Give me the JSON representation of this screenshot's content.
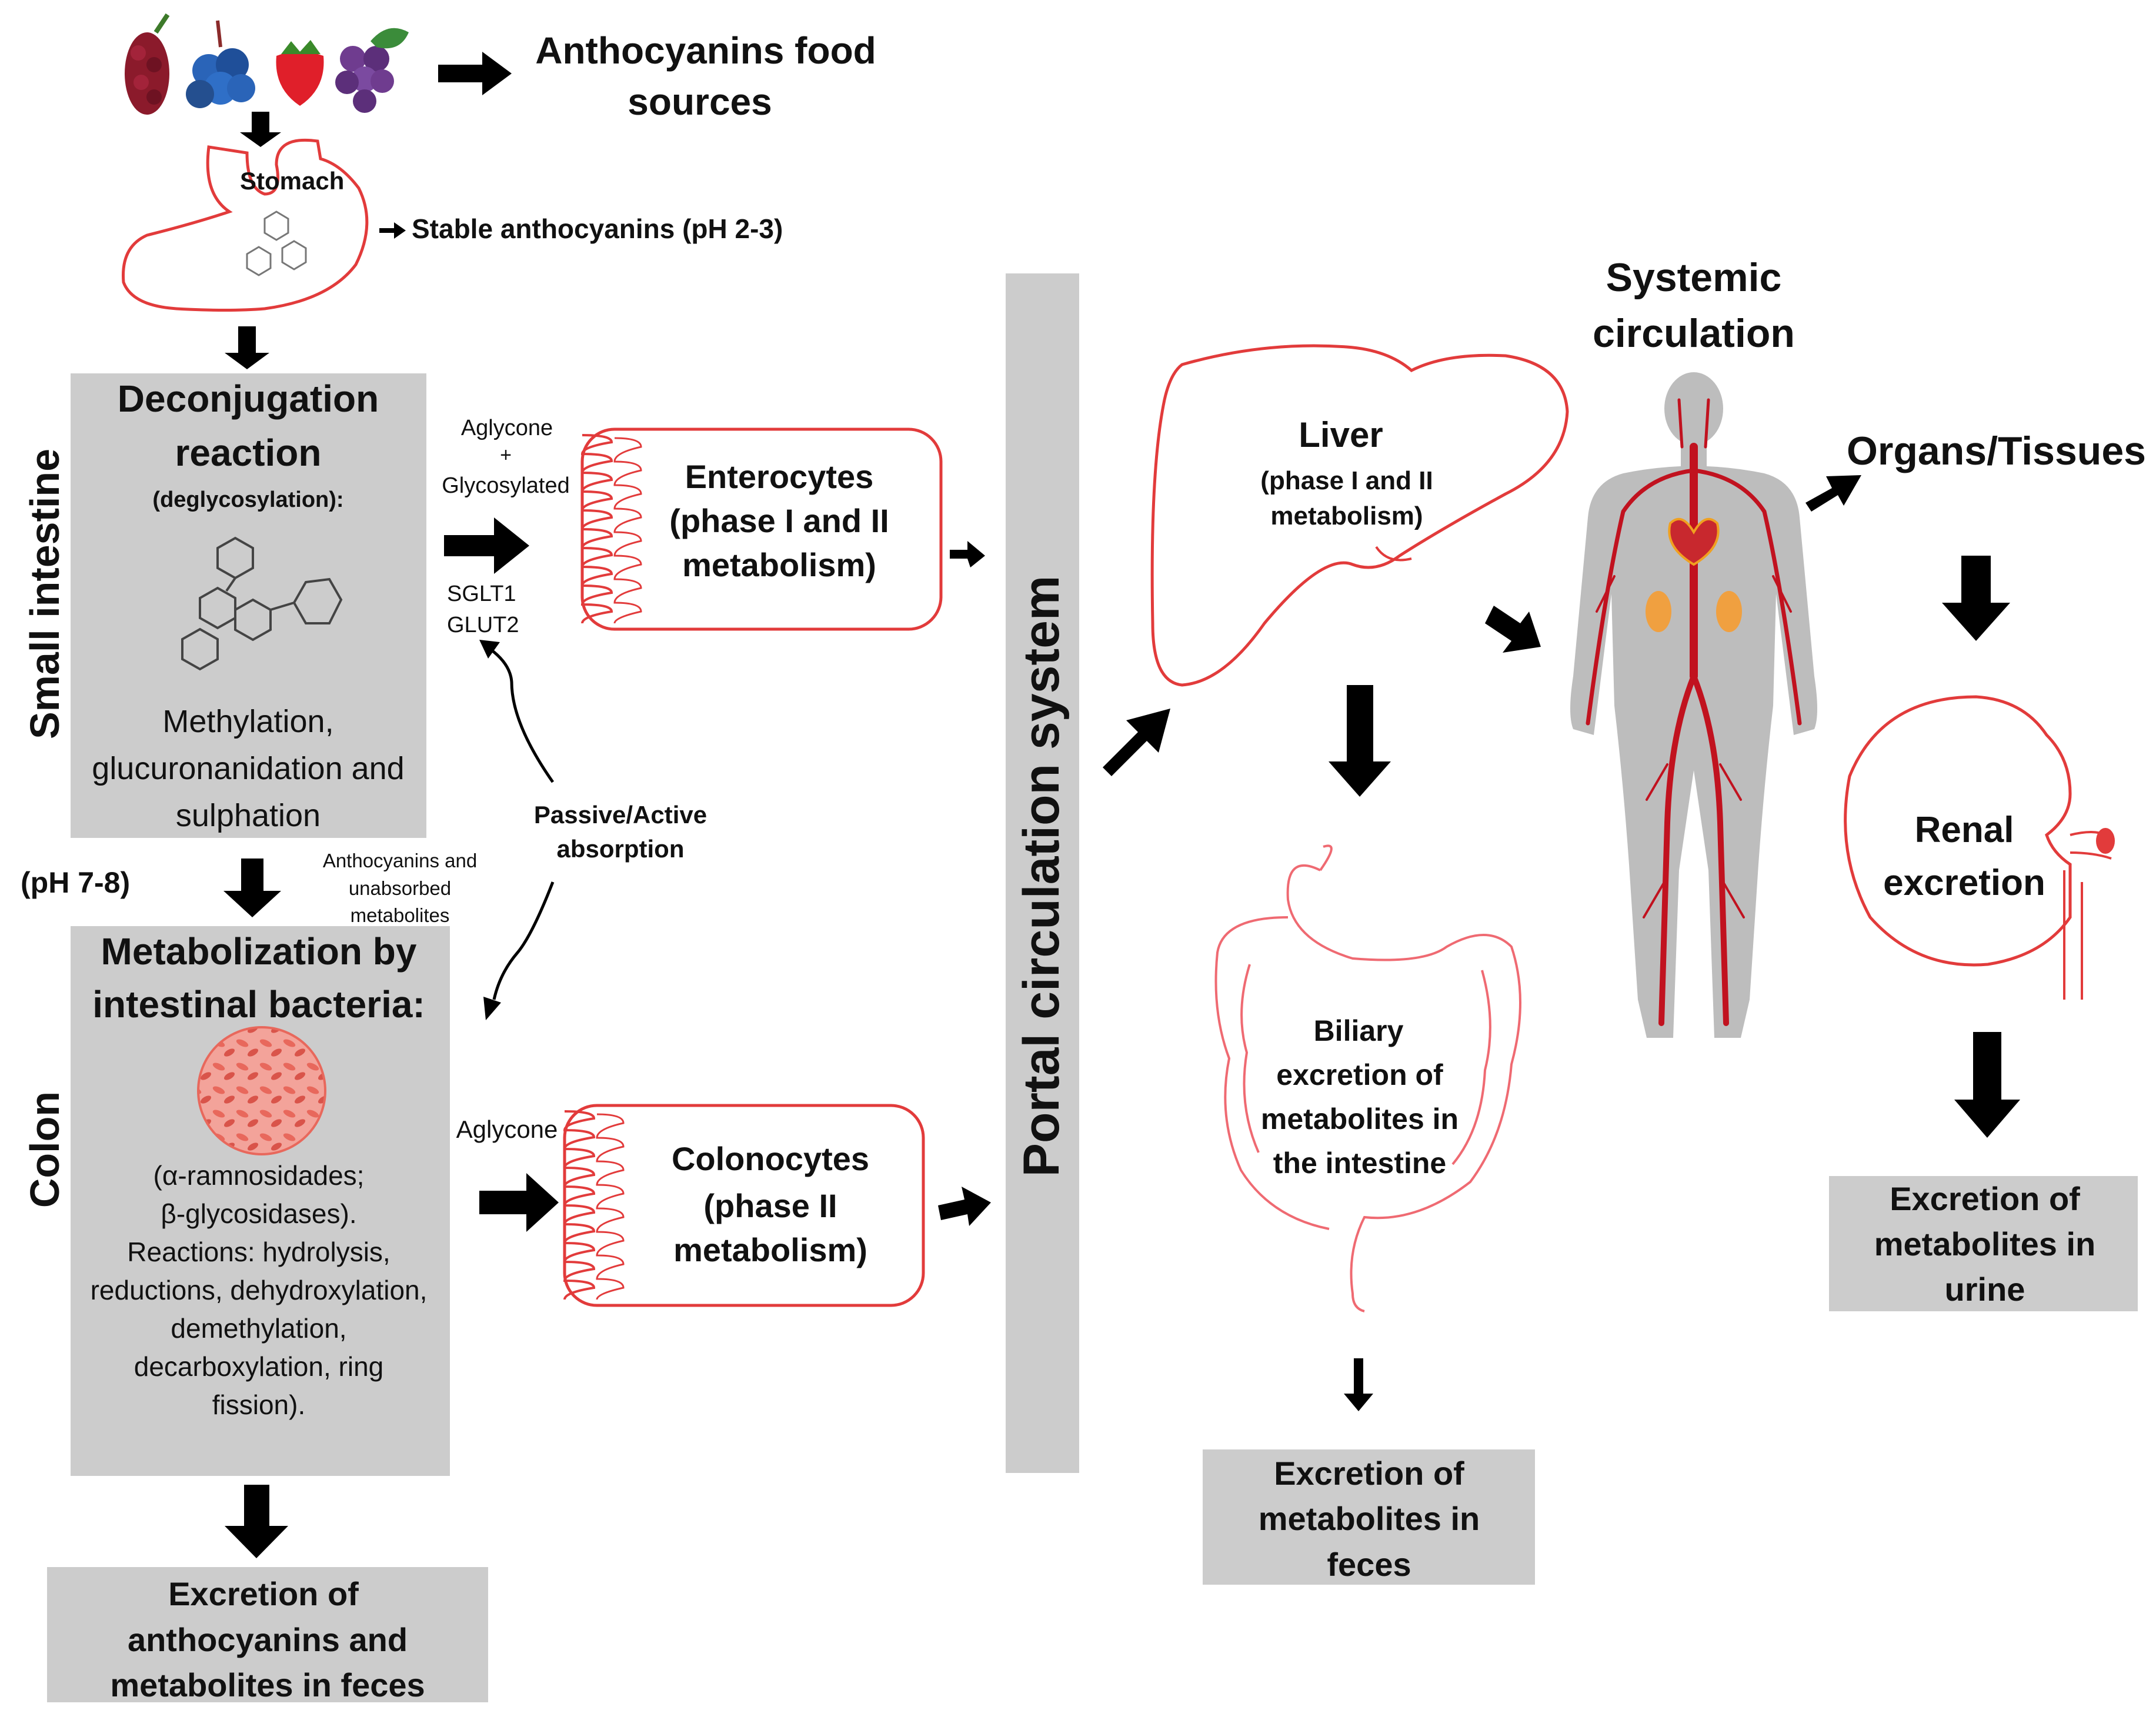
{
  "header": {
    "food_line1": "Anthocyanins food",
    "food_line2": "sources"
  },
  "stomach": {
    "label": "Stomach",
    "stable": "Stable anthocyanins (pH 2-3)"
  },
  "small_intestine": {
    "side_label": "Small intestine",
    "title_line1": "Deconjugation",
    "title_line2": "reaction",
    "subtitle": "(deglycosylation):",
    "methyl_line1": "Methylation,",
    "methyl_line2": "glucuronanidation and",
    "methyl_line3": "sulphation"
  },
  "ph78": "(pH 7-8)",
  "unabsorbed": {
    "line1": "Anthocyanins and",
    "line2": "unabsorbed",
    "line3": "metabolites"
  },
  "colon": {
    "side_label": "Colon",
    "title_line1": "Metabolization by",
    "title_line2": "intestinal bacteria:",
    "enz_line1": "(α-ramnosidades;",
    "enz_line2": "β-glycosidases).",
    "react_line1": "Reactions: hydrolysis,",
    "react_line2": "reductions, dehydroxylation,",
    "react_line3": "demethylation,",
    "react_line4": "decarboxylation, ring",
    "react_line5": "fission)."
  },
  "excretion_colon": {
    "line1": "Excretion of",
    "line2": "anthocyanins  and",
    "line3": "metabolites in feces"
  },
  "absorption_top": {
    "aglycone": "Aglycone",
    "plus": "+",
    "glycosylated": "Glycosylated",
    "sglt1": "SGLT1",
    "glut2": "GLUT2"
  },
  "enterocytes": {
    "line1": "Enterocytes",
    "line2": "(phase I and II",
    "line3": "metabolism)"
  },
  "passive": {
    "line1": "Passive/Active",
    "line2": "absorption"
  },
  "aglycone_colon": "Aglycone",
  "colonocytes": {
    "line1": "Colonocytes",
    "line2": "(phase II",
    "line3": "metabolism)"
  },
  "portal": "Portal circulation system",
  "liver": {
    "line1": "Liver",
    "line2": "(phase I and II",
    "line3": "metabolism)"
  },
  "biliary": {
    "line1": "Biliary",
    "line2": "excretion of",
    "line3": "metabolites in",
    "line4": "the intestine"
  },
  "excretion_feces": {
    "line1": "Excretion of",
    "line2": "metabolites in",
    "line3": "feces"
  },
  "systemic": {
    "line1": "Systemic",
    "line2": "circulation"
  },
  "organs": "Organs/Tissues",
  "renal": {
    "line1": "Renal",
    "line2": "excretion"
  },
  "excretion_urine": {
    "line1": "Excretion of",
    "line2": "metabolites in",
    "line3": "urine"
  },
  "colors": {
    "box_fill": "#cccccc",
    "red_outline": "#e23b3b",
    "blood": "#c1121f",
    "body": "#bdbdbd"
  }
}
